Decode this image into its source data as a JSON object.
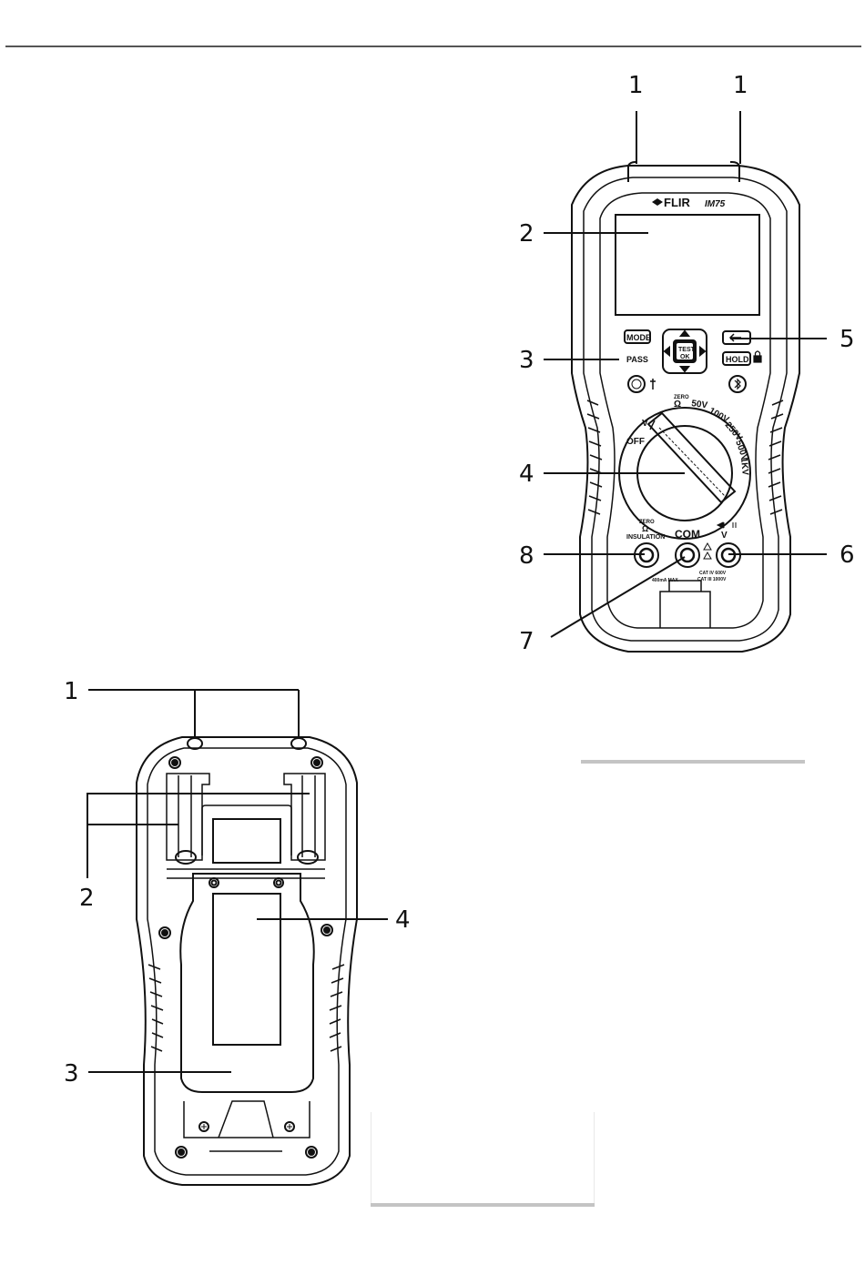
{
  "front_view": {
    "brand": "FLIR",
    "model": "IM75",
    "buttons": {
      "mode": "MODE",
      "test_ok_top": "TEST",
      "test_ok_bottom": "OK",
      "hold": "HOLD",
      "pass": "PASS"
    },
    "dial": {
      "off": "OFF",
      "v": "V",
      "zero": "ZERO",
      "ohm": "Ω",
      "r50": "50V",
      "r100": "100V",
      "r250": "250V",
      "r500": "500V",
      "r1k": "1KV"
    },
    "jacks": {
      "left_zero": "ZERO",
      "left_ohm": "Ω",
      "left_insulation": "INSULATION",
      "com": "COM",
      "max": "400mA MAX",
      "cat_line1": "CAT IV 600V",
      "cat_line2": "CAT III 1000V",
      "right_v": "V"
    },
    "callouts": {
      "c1a": "1",
      "c1b": "1",
      "c2": "2",
      "c3": "3",
      "c4": "4",
      "c5": "5",
      "c6": "6",
      "c7": "7",
      "c8": "8"
    }
  },
  "back_view": {
    "callouts": {
      "c1": "1",
      "c2": "2",
      "c3": "3",
      "c4": "4"
    }
  }
}
